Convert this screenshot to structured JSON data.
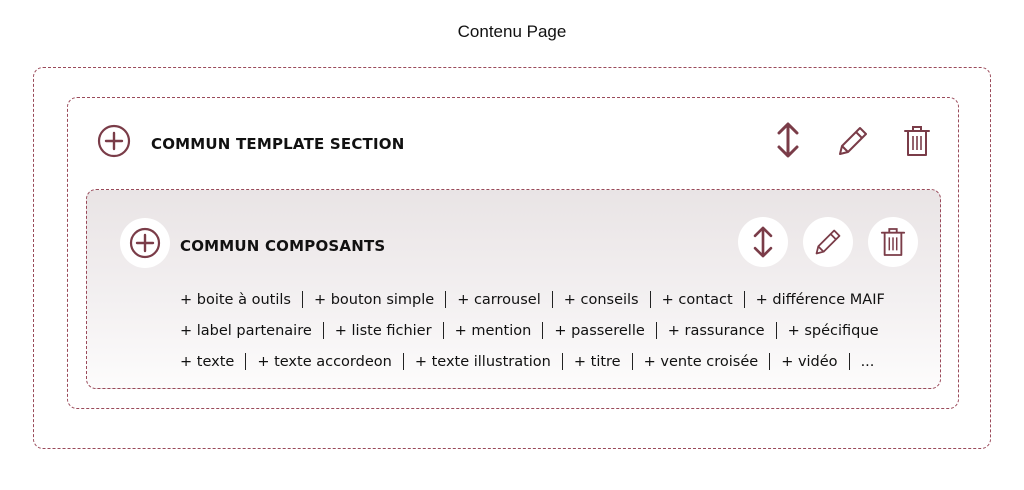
{
  "page": {
    "title": "Contenu Page"
  },
  "section": {
    "title": "COMMUN TEMPLATE SECTION",
    "icons": {
      "add": "plus-circle-icon",
      "move": "vertical-arrows-icon",
      "edit": "pencil-icon",
      "delete": "trash-icon"
    }
  },
  "components": {
    "title": "COMMUN COMPOSANTS",
    "rows": [
      [
        "+ boite à outils",
        "+ bouton simple",
        "+ carrousel",
        "+ conseils",
        "+ contact",
        "+ différence MAIF"
      ],
      [
        "+ label partenaire",
        "+ liste fichier",
        "+ mention",
        "+ passerelle",
        "+ rassurance",
        "+ spécifique"
      ],
      [
        "+ texte",
        "+ texte accordeon",
        "+ texte illustration",
        "+ titre",
        "+ vente croisée",
        "+ vidéo",
        "..."
      ]
    ]
  },
  "colors": {
    "accent": "#7a3c48",
    "dashed_border": "#9a4a5a",
    "text": "#111111"
  }
}
